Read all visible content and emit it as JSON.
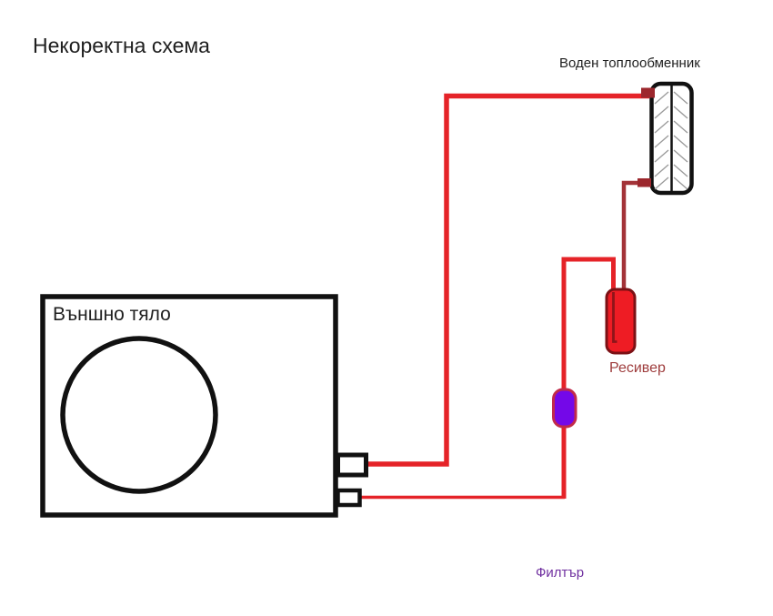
{
  "page": {
    "background": "#ffffff"
  },
  "diagram": {
    "title": "Некоректна схема",
    "components": {
      "heat_exchanger": {
        "label": "Воден топлообменник"
      },
      "outdoor_unit": {
        "label": "Външно тяло"
      },
      "receiver": {
        "label": "Ресивер"
      },
      "filter": {
        "label": "Филтър"
      }
    },
    "colors": {
      "pipe_red": "#e52328",
      "pipe_dark_red": "#a33338",
      "port_dark_red": "#9c272d",
      "receiver_fill": "#ee1c24",
      "receiver_border": "#7c1115",
      "dip_tube": "#8e151a",
      "filter_fill": "#7408e8",
      "filter_border": "#c12a4a",
      "hatch_gray": "#9c9c9c",
      "outline_black": "#111111",
      "receiver_label": "#9e3c3c",
      "filter_label": "#7030a0",
      "text": "#1f1f1f"
    }
  }
}
